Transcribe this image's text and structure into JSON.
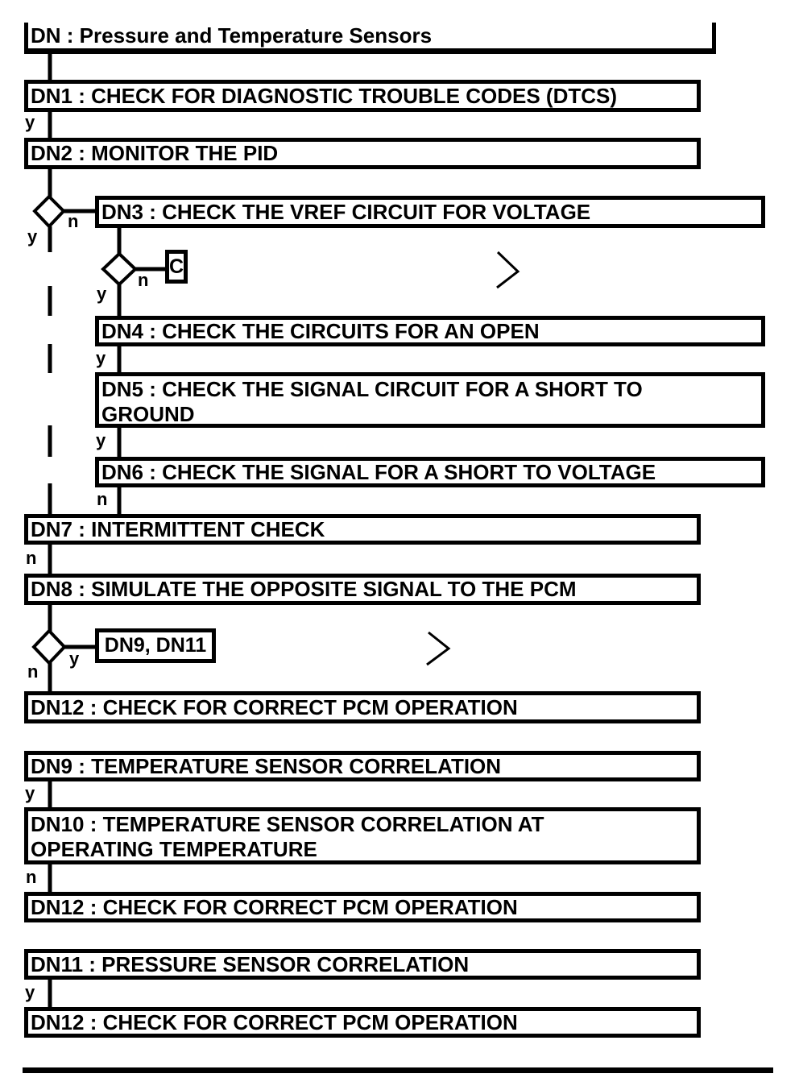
{
  "colors": {
    "ink": "#000000",
    "background": "#ffffff"
  },
  "title": {
    "label": "DN : Pressure and Temperature Sensors"
  },
  "nodes": {
    "dn1": {
      "label": "DN1 : CHECK FOR DIAGNOSTIC TROUBLE CODES (DTCS)"
    },
    "dn2": {
      "label": "DN2 : MONITOR THE PID"
    },
    "dn3": {
      "label": "DN3 : CHECK THE VREF CIRCUIT FOR VOLTAGE"
    },
    "dn4": {
      "label": "DN4 : CHECK THE CIRCUITS FOR AN OPEN"
    },
    "dn5": {
      "label": "DN5 : CHECK THE SIGNAL CIRCUIT FOR A SHORT TO\nGROUND"
    },
    "dn6": {
      "label": "DN6 : CHECK THE SIGNAL FOR A SHORT TO VOLTAGE"
    },
    "dn7": {
      "label": "DN7 : INTERMITTENT CHECK"
    },
    "dn8": {
      "label": "DN8 : SIMULATE THE OPPOSITE SIGNAL TO THE PCM"
    },
    "dn12a": {
      "label": "DN12 : CHECK FOR CORRECT PCM OPERATION"
    },
    "dn9": {
      "label": "DN9 : TEMPERATURE SENSOR CORRELATION"
    },
    "dn10": {
      "label": "DN10 : TEMPERATURE SENSOR CORRELATION AT\nOPERATING TEMPERATURE"
    },
    "dn12b": {
      "label": "DN12 : CHECK FOR CORRECT PCM OPERATION"
    },
    "dn11": {
      "label": "DN11 : PRESSURE SENSOR CORRELATION"
    },
    "dn12c": {
      "label": "DN12 : CHECK FOR CORRECT PCM OPERATION"
    },
    "jump_c": {
      "label": "C"
    },
    "jump_dn9_dn11": {
      "label": "DN9, DN11"
    }
  },
  "edge_labels": {
    "after_dn1": "y",
    "d1_yes": "y",
    "d1_no": "n",
    "d2_yes": "y",
    "d2_no": "n",
    "after_dn4": "y",
    "after_dn5": "y",
    "after_dn6": "n",
    "after_dn7": "n",
    "d3_no": "n",
    "d3_yes": "y",
    "after_dn9": "y",
    "after_dn10": "n",
    "after_dn11": "y"
  }
}
